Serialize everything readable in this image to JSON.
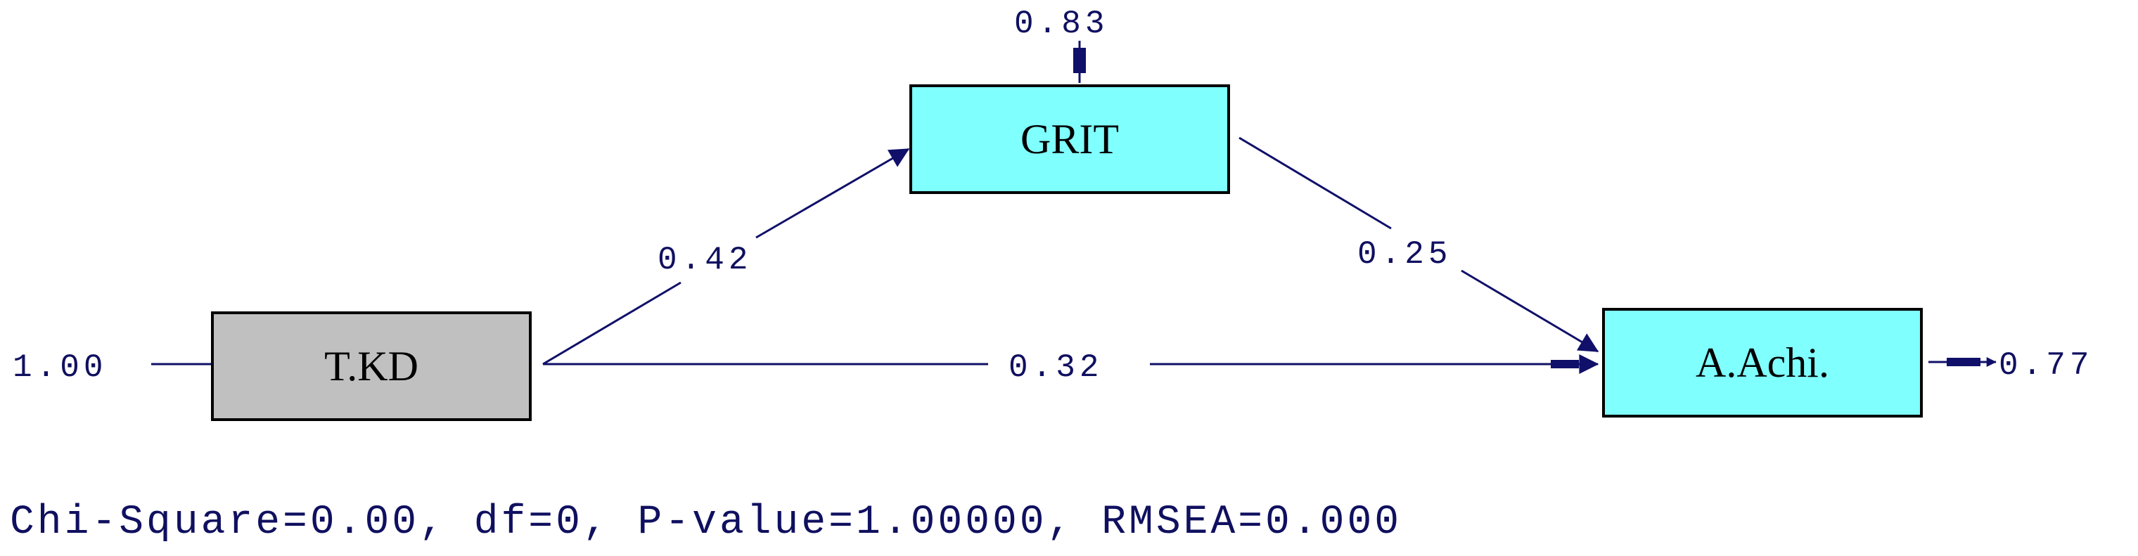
{
  "nodes": {
    "tkd": {
      "label": "T.KD",
      "fill": "#c0c0c0"
    },
    "grit": {
      "label": "GRIT",
      "fill": "#80ffff"
    },
    "achi": {
      "label": "A.Achi.",
      "fill": "#80ffff"
    }
  },
  "paths": {
    "tkd_to_grit": "0.42",
    "grit_to_achi": "0.25",
    "tkd_to_achi": "0.32"
  },
  "variances": {
    "tkd": "1.00",
    "grit": "0.83",
    "achi": "0.77"
  },
  "fit_stats": "Chi-Square=0.00, df=0, P-value=1.00000, RMSEA=0.000",
  "colors": {
    "line": "#10106a",
    "box_border": "#000000"
  }
}
